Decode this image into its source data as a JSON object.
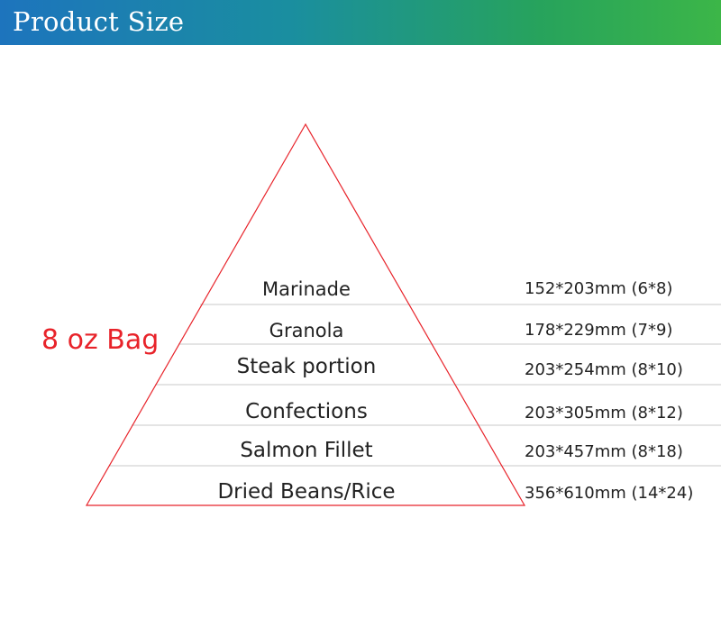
{
  "header": {
    "title": "Product Size"
  },
  "side_label": "8 oz Bag",
  "levels": [
    {
      "name": "Marinade",
      "size": "152*203mm (6*8)"
    },
    {
      "name": "Granola",
      "size": "178*229mm (7*9)"
    },
    {
      "name": "Steak portion",
      "size": "203*254mm (8*10)"
    },
    {
      "name": "Confections",
      "size": "203*305mm (8*12)"
    },
    {
      "name": "Salmon Fillet",
      "size": "203*457mm (8*18)"
    },
    {
      "name": "Dried Beans/Rice",
      "size": "356*610mm (14*24)"
    }
  ],
  "colors": {
    "triangle": "#e8232a",
    "divider": "#c8c8c8",
    "side_label": "#e8232a",
    "header_start": "#1d74bd",
    "header_end": "#3cb648"
  }
}
